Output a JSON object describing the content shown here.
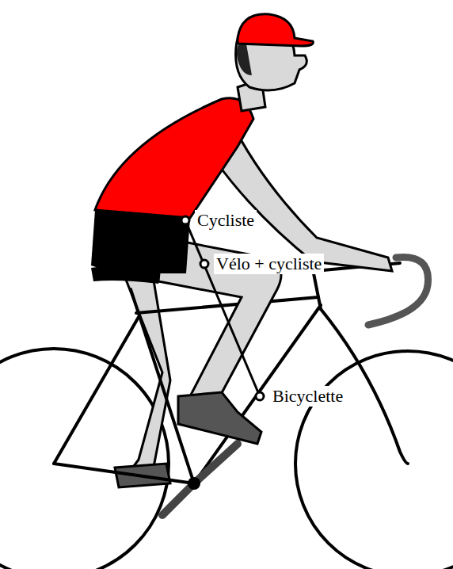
{
  "diagram": {
    "labels": [
      "Cycliste",
      "Vélo + cycliste",
      "Bicyclette"
    ]
  }
}
